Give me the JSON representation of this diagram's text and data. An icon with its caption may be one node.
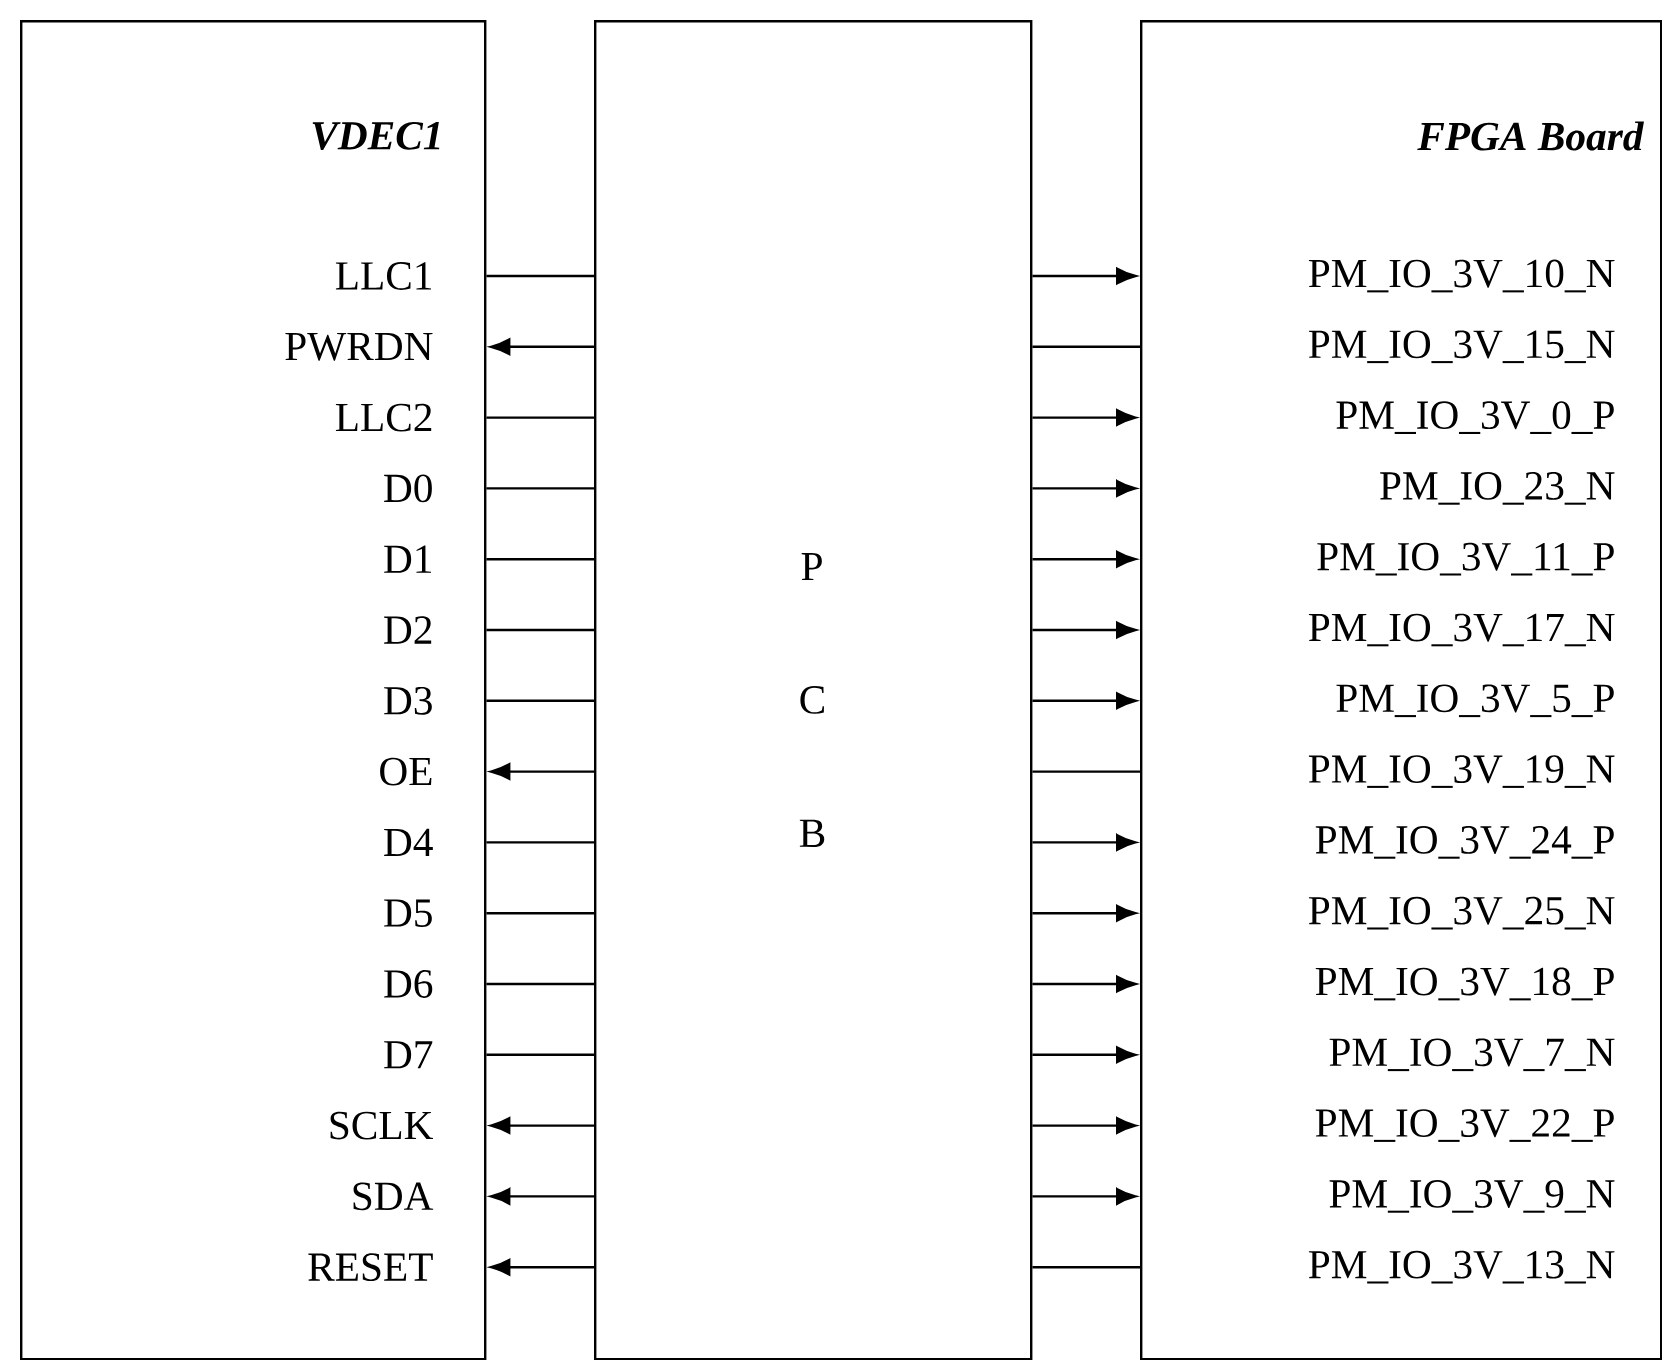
{
  "diagram": {
    "nodes": [
      {
        "text": [
          "VDEC1"
        ]
      },
      {
        "text": [
          "P C B"
        ]
      },
      {
        "text": [
          "FPGA Board"
        ]
      }
    ],
    "edges": [
      {
        "from": 1,
        "to": 0,
        "arrow": "none"
      },
      {
        "from": 1,
        "to": 0,
        "arrow": "to"
      },
      {
        "from": 1,
        "to": 0,
        "arrow": "none"
      },
      {
        "from": 1,
        "to": 0,
        "arrow": "none"
      },
      {
        "from": 1,
        "to": 0,
        "arrow": "none"
      },
      {
        "from": 1,
        "to": 0,
        "arrow": "none"
      },
      {
        "from": 1,
        "to": 0,
        "arrow": "none"
      },
      {
        "from": 1,
        "to": 0,
        "arrow": "to"
      },
      {
        "from": 1,
        "to": 0,
        "arrow": "none"
      },
      {
        "from": 1,
        "to": 0,
        "arrow": "none"
      },
      {
        "from": 1,
        "to": 0,
        "arrow": "none"
      },
      {
        "from": 1,
        "to": 0,
        "arrow": "none"
      },
      {
        "from": 1,
        "to": 0,
        "arrow": "to"
      },
      {
        "from": 1,
        "to": 0,
        "arrow": "to"
      },
      {
        "from": 1,
        "to": 0,
        "arrow": "to"
      },
      {
        "from": 1,
        "to": 2,
        "arrow": "to"
      },
      {
        "from": 1,
        "to": 2,
        "arrow": "none"
      },
      {
        "from": 1,
        "to": 2,
        "arrow": "to"
      },
      {
        "from": 1,
        "to": 2,
        "arrow": "to"
      },
      {
        "from": 1,
        "to": 2,
        "arrow": "to"
      },
      {
        "from": 1,
        "to": 2,
        "arrow": "to"
      },
      {
        "from": 1,
        "to": 2,
        "arrow": "to"
      },
      {
        "from": 1,
        "to": 2,
        "arrow": "none"
      },
      {
        "from": 1,
        "to": 2,
        "arrow": "to"
      },
      {
        "from": 1,
        "to": 2,
        "arrow": "to"
      },
      {
        "from": 1,
        "to": 2,
        "arrow": "to"
      },
      {
        "from": 1,
        "to": 2,
        "arrow": "to"
      },
      {
        "from": 1,
        "to": 2,
        "arrow": "to"
      },
      {
        "from": 1,
        "to": 2,
        "arrow": "to"
      },
      {
        "from": 1,
        "to": 2,
        "arrow": "none"
      }
    ],
    "labels": [
      "LLC1",
      "PM_IO_3V_10_N",
      "PWRDN",
      "PM_IO_3V_15_N",
      "LLC2",
      "PM_IO_3V_0_P",
      "D0",
      "PM_IO_23_N",
      "D1",
      "PM_IO_3V_11_P",
      "D2",
      "PM_IO_3V_17_N",
      "D3",
      "PM_IO_3V_5_P",
      "OE",
      "PM_IO_3V_19_N",
      "D4",
      "PM_IO_3V_24_P",
      "D5",
      "PM_IO_3V_25_N",
      "D6",
      "PM_IO_3V_18_P",
      "D7",
      "PM_IO_3V_7_N",
      "SCLK",
      "PM_IO_3V_22_P",
      "SDA",
      "PM_IO_3V_9_N",
      "RESET",
      "PM_IO_3V_13_N"
    ]
  }
}
